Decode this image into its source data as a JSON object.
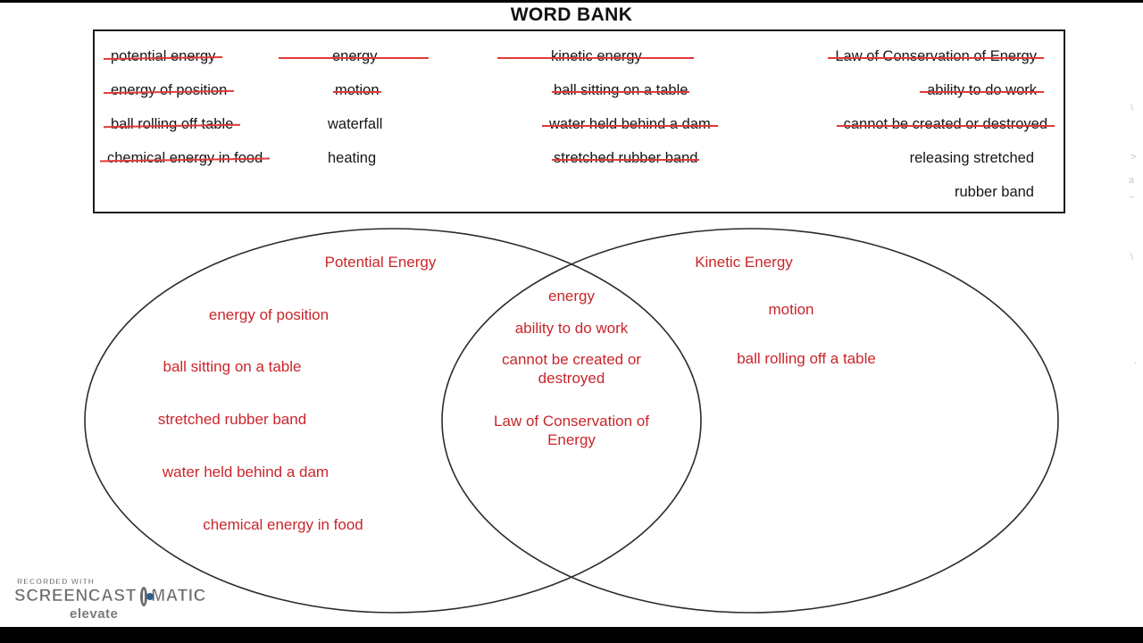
{
  "page": {
    "title": "WORD BANK",
    "accent_red": "#c9262b",
    "strike_red": "#e03a36",
    "ink": "#161616",
    "background": "#ffffff"
  },
  "word_bank": {
    "columns": [
      {
        "name": "column-1",
        "items": [
          {
            "text": "potential energy",
            "struck": true
          },
          {
            "text": "energy of position",
            "struck": true
          },
          {
            "text": "ball rolling off table",
            "struck": true
          },
          {
            "text": "chemical energy in food",
            "struck": true
          }
        ]
      },
      {
        "name": "column-2",
        "items": [
          {
            "text": "energy",
            "struck": true
          },
          {
            "text": "motion",
            "struck": true
          },
          {
            "text": "waterfall",
            "struck": false
          },
          {
            "text": "heating",
            "struck": false
          }
        ]
      },
      {
        "name": "column-3",
        "items": [
          {
            "text": "kinetic energy",
            "struck": true
          },
          {
            "text": "ball sitting on a table",
            "struck": true
          },
          {
            "text": "water held behind a dam",
            "struck": true
          },
          {
            "text": "stretched rubber band",
            "struck": true
          }
        ]
      },
      {
        "name": "column-4",
        "items": [
          {
            "text": "Law of Conservation of Energy",
            "struck": true
          },
          {
            "text": "ability to do work",
            "struck": true
          },
          {
            "text": "cannot be created or destroyed",
            "struck": true
          },
          {
            "text": "releasing stretched",
            "struck": false
          },
          {
            "text": "rubber band",
            "struck": false
          }
        ]
      }
    ]
  },
  "venn": {
    "left_circle": {
      "title": "Potential Energy",
      "items": [
        "energy of position",
        "ball sitting on a table",
        "stretched rubber band",
        "water held behind a dam",
        "chemical energy in food"
      ]
    },
    "right_circle": {
      "title": "Kinetic Energy",
      "items": [
        "motion",
        "ball rolling off a table"
      ]
    },
    "overlap": {
      "items": [
        "energy",
        "ability to do work",
        "cannot be created or destroyed",
        "Law of Conservation of Energy"
      ]
    }
  },
  "watermark": {
    "recorded_with": "RECORDED WITH",
    "brand_left": "SCREENCAST",
    "brand_right": "MATIC",
    "sub": "elevate"
  }
}
